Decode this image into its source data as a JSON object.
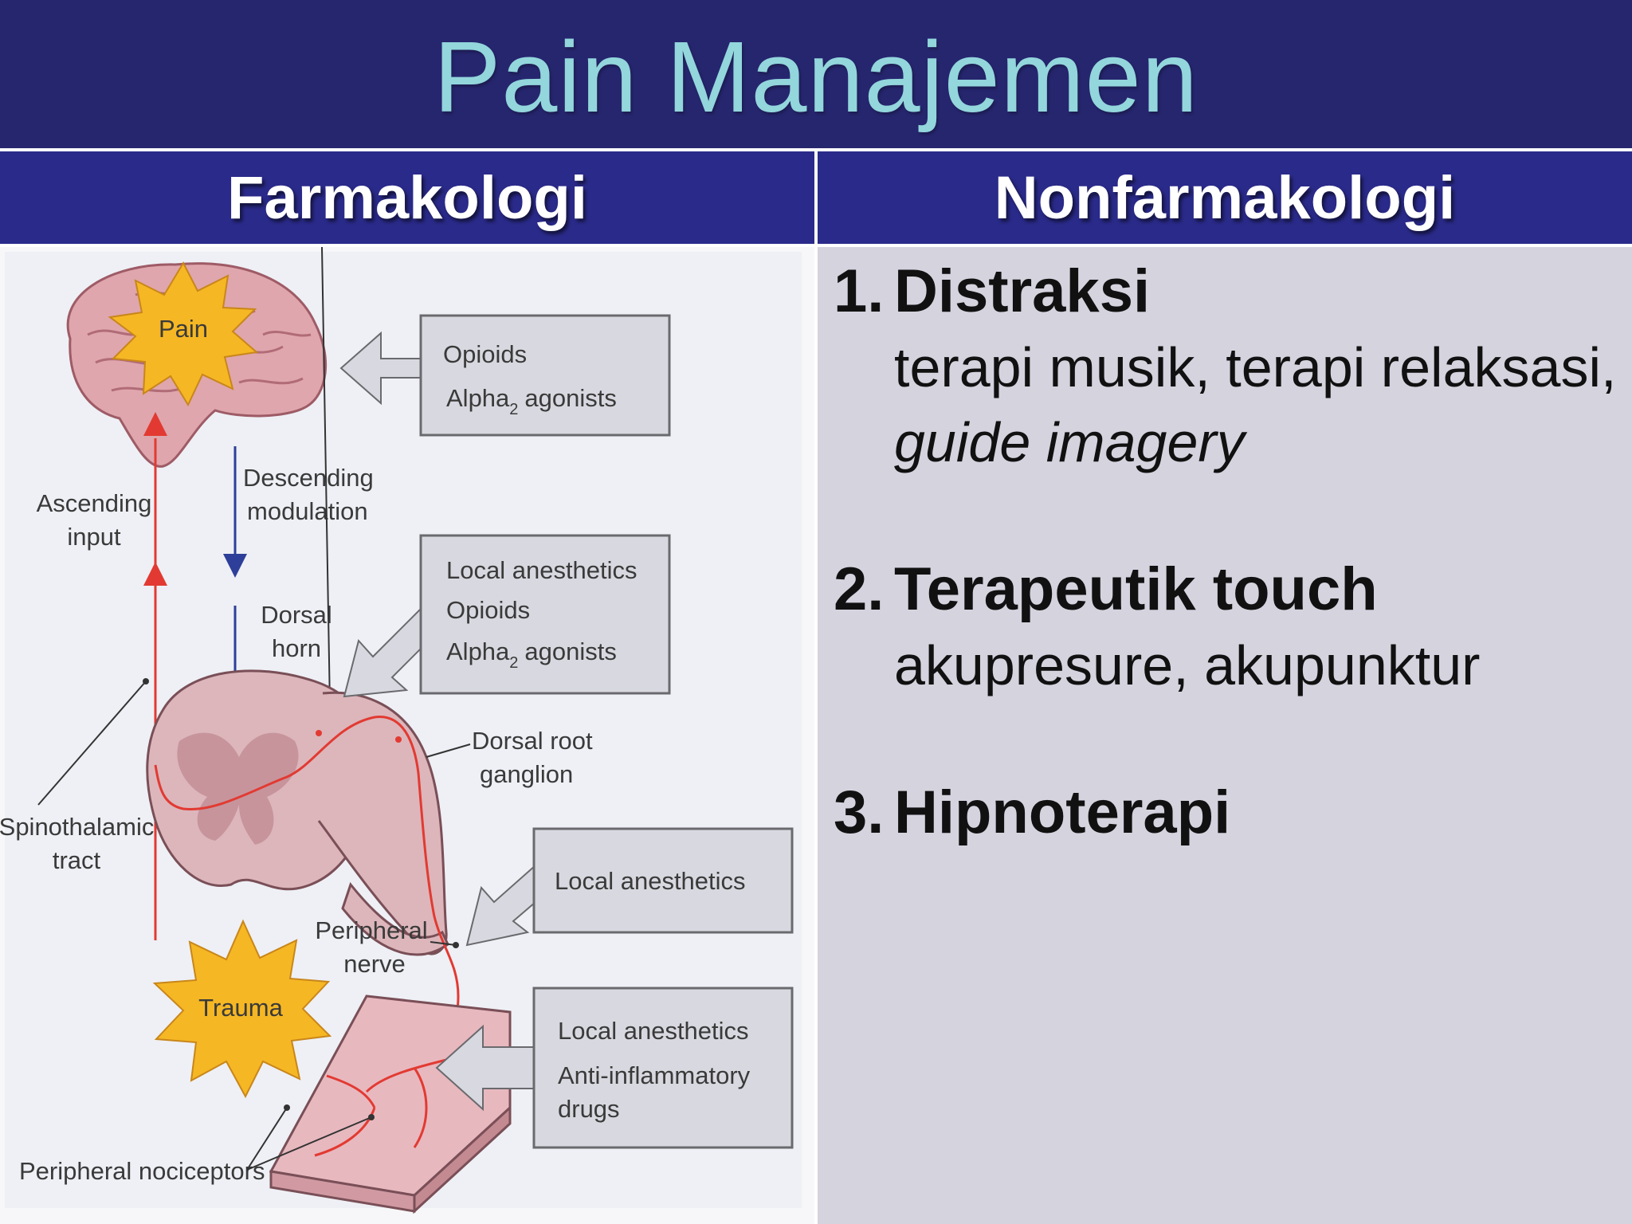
{
  "slide": {
    "title": "Pain Manajemen",
    "columns": {
      "left": "Farmakologi",
      "right": "Nonfarmakologi"
    }
  },
  "diagram": {
    "labels": {
      "pain": "Pain",
      "trauma": "Trauma",
      "ascending_1": "Ascending",
      "ascending_2": "input",
      "descending_1": "Descending",
      "descending_2": "modulation",
      "dorsal_horn_1": "Dorsal",
      "dorsal_horn_2": "horn",
      "drg_1": "Dorsal root",
      "drg_2": "ganglion",
      "spinothalamic_1": "Spinothalamic",
      "spinothalamic_2": "tract",
      "peripheral_nerve_1": "Peripheral",
      "peripheral_nerve_2": "nerve",
      "peripheral_nociceptors": "Peripheral nociceptors"
    },
    "boxes": {
      "brain": [
        "Opioids",
        "Alpha",
        "agonists"
      ],
      "dorsal": [
        "Local anesthetics",
        "Opioids",
        "Alpha",
        "agonists"
      ],
      "nerve": [
        "Local anesthetics"
      ],
      "tissue": [
        "Local anesthetics",
        "Anti-inflammatory",
        "drugs"
      ],
      "subscript": "2"
    }
  },
  "nonpharm": {
    "items": [
      {
        "num": "1.",
        "head": "Distraksi",
        "desc_a": "terapi musik, terapi relaksasi, ",
        "desc_b": "guide imagery"
      },
      {
        "num": "2.",
        "head": "Terapeutik touch",
        "desc_a": "akupresure, akupunktur",
        "desc_b": ""
      },
      {
        "num": "3.",
        "head": "Hipnoterapi",
        "desc_a": "",
        "desc_b": ""
      }
    ]
  },
  "colors": {
    "title_band": "#26266f",
    "title_text": "#93d6dc",
    "column_header": "#2a2a8a",
    "right_panel": "#d5d3de",
    "ascending_arrow": "#e23a32",
    "descending_arrow": "#2d3f98",
    "starburst": "#f5b724"
  }
}
